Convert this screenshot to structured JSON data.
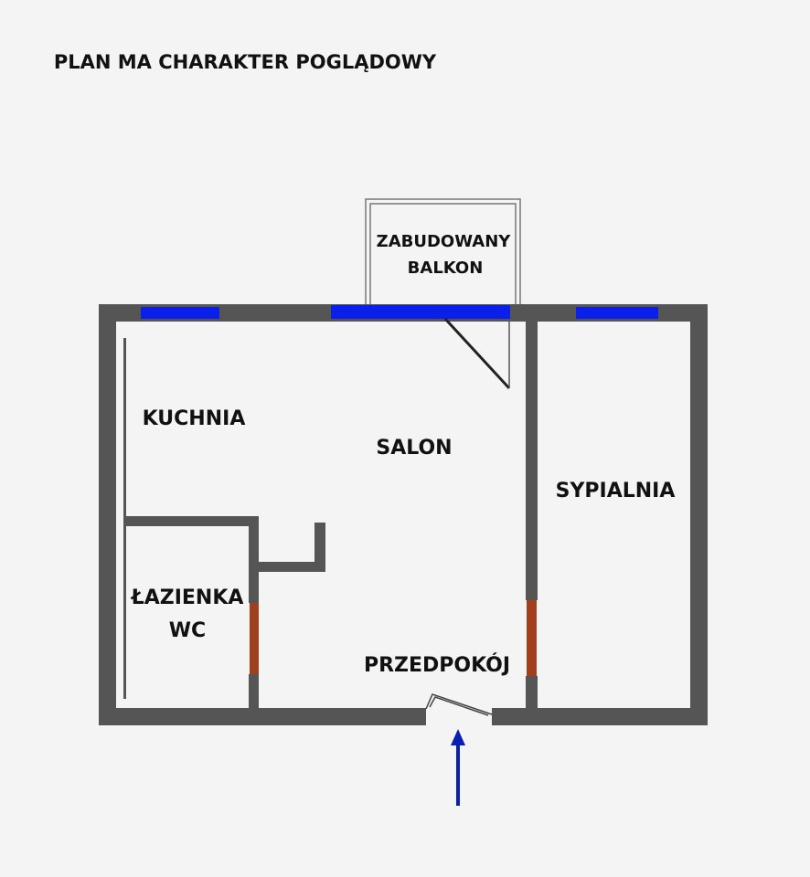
{
  "header": {
    "text": "PLAN MA CHARAKTER POGLĄDOWY"
  },
  "rooms": {
    "balcony": {
      "line1": "ZABUDOWANY",
      "line2": "BALKON"
    },
    "kitchen": "KUCHNIA",
    "living_room": "SALON",
    "bedroom": "SYPIALNIA",
    "bathroom": {
      "line1": "ŁAZIENKA",
      "line2": "WC"
    },
    "hallway": "PRZEDPOKÓJ"
  },
  "colors": {
    "background": "#f4f4f4",
    "wall": "#555555",
    "window": "#0a1fe8",
    "door_opening": "#a0401f",
    "entrance_arrow": "#0a1fb0",
    "text": "#111111"
  }
}
